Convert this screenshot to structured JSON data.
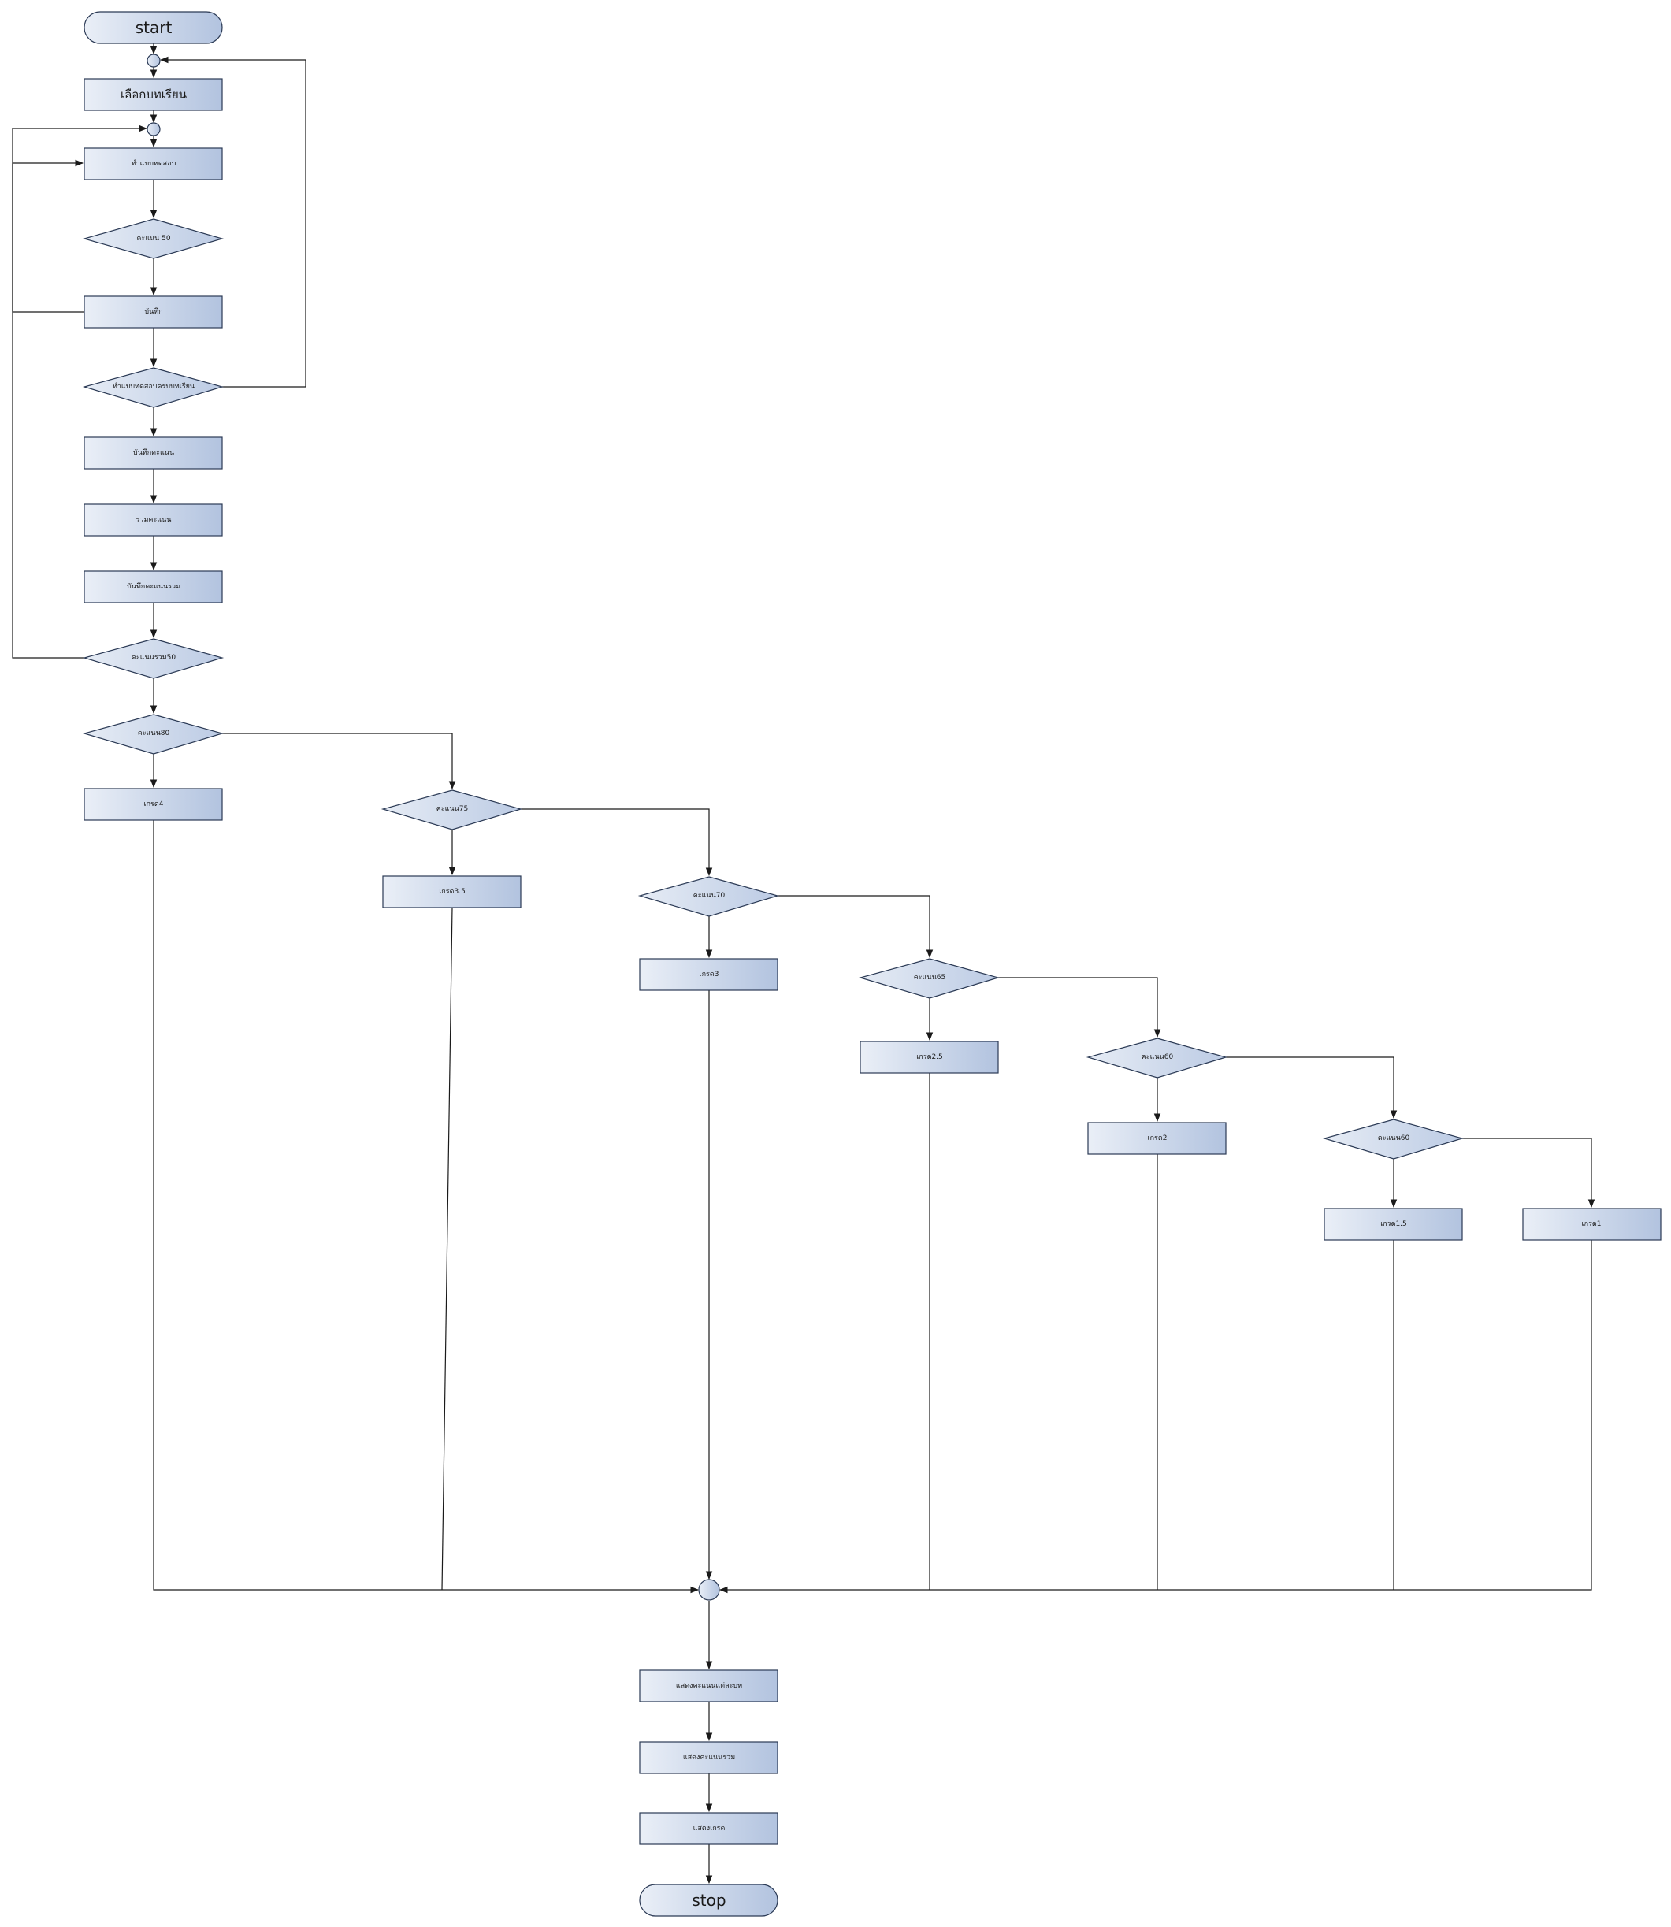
{
  "nodes": {
    "start": "start",
    "choose_lesson": "เลือกบทเรียน",
    "do_test": "ทำแบบทดสอบ",
    "score_lt50": "คะแนน 50",
    "save1": "บันทึก",
    "all_done": "ทำแบบทดสอบครบบทเรียน",
    "save_score": "บันทึกคะแนน",
    "sum_score": "รวมคะแนน",
    "save_total": "บันทึกคะแนนรวม",
    "total_lt50": "คะแนนรวม50",
    "score80": "คะแนน80",
    "grade4": "เกรด4",
    "score75": "คะแนน75",
    "grade35": "เกรด3.5",
    "score70": "คะแนน70",
    "grade3": "เกรด3",
    "score65": "คะแนน65",
    "grade25": "เกรด2.5",
    "score60": "คะแนน60",
    "grade2": "เกรด2",
    "score_b": "คะแนน60",
    "grade15": "เกรด1.5",
    "grade1": "เกรด1",
    "show_each": "แสดงคะแนนแต่ละบท",
    "show_total": "แสดงคะแนนรวม",
    "show_grade": "แสดงเกรด",
    "stop": "stop"
  },
  "colors": {
    "fill_light": "#e8edf6",
    "fill_dark": "#b3c4e0",
    "stroke": "#2b3a55"
  }
}
